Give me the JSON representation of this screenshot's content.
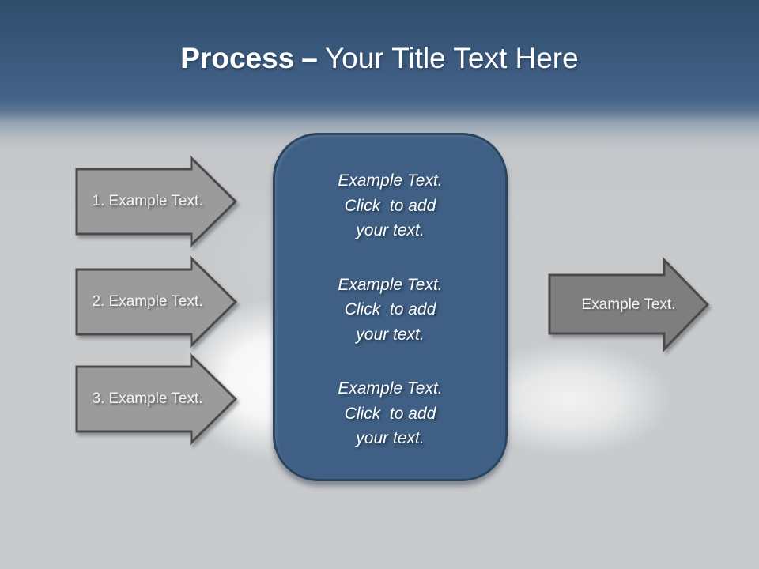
{
  "slide": {
    "title": {
      "bold": "Process",
      "dash": "–",
      "rest": "Your Title Text Here"
    }
  },
  "steps": [
    {
      "label": "1. Example Text."
    },
    {
      "label": "2. Example Text."
    },
    {
      "label": "3. Example Text."
    }
  ],
  "center_box": {
    "blocks": [
      {
        "lines": [
          "Example Text.",
          "Click  to add",
          "your text."
        ]
      },
      {
        "lines": [
          "Example Text.",
          "Click  to add",
          "your text."
        ]
      },
      {
        "lines": [
          "Example Text.",
          "Click  to add",
          "your text."
        ]
      }
    ]
  },
  "output_arrow": {
    "label": "Example Text."
  },
  "colors": {
    "header_top": "#304d6c",
    "header_bottom": "#44628a",
    "body_background": "#c8cacc",
    "title_text": "#ffffff",
    "center_box_fill": "#3f6084",
    "center_box_border": "#2a4560",
    "center_box_text": "#ffffff",
    "step_arrow_fill": "#9b9b9b",
    "output_arrow_fill": "#7e7e7e",
    "arrow_border": "#4a4a4a",
    "arrow_text": "#f4f4f4"
  }
}
